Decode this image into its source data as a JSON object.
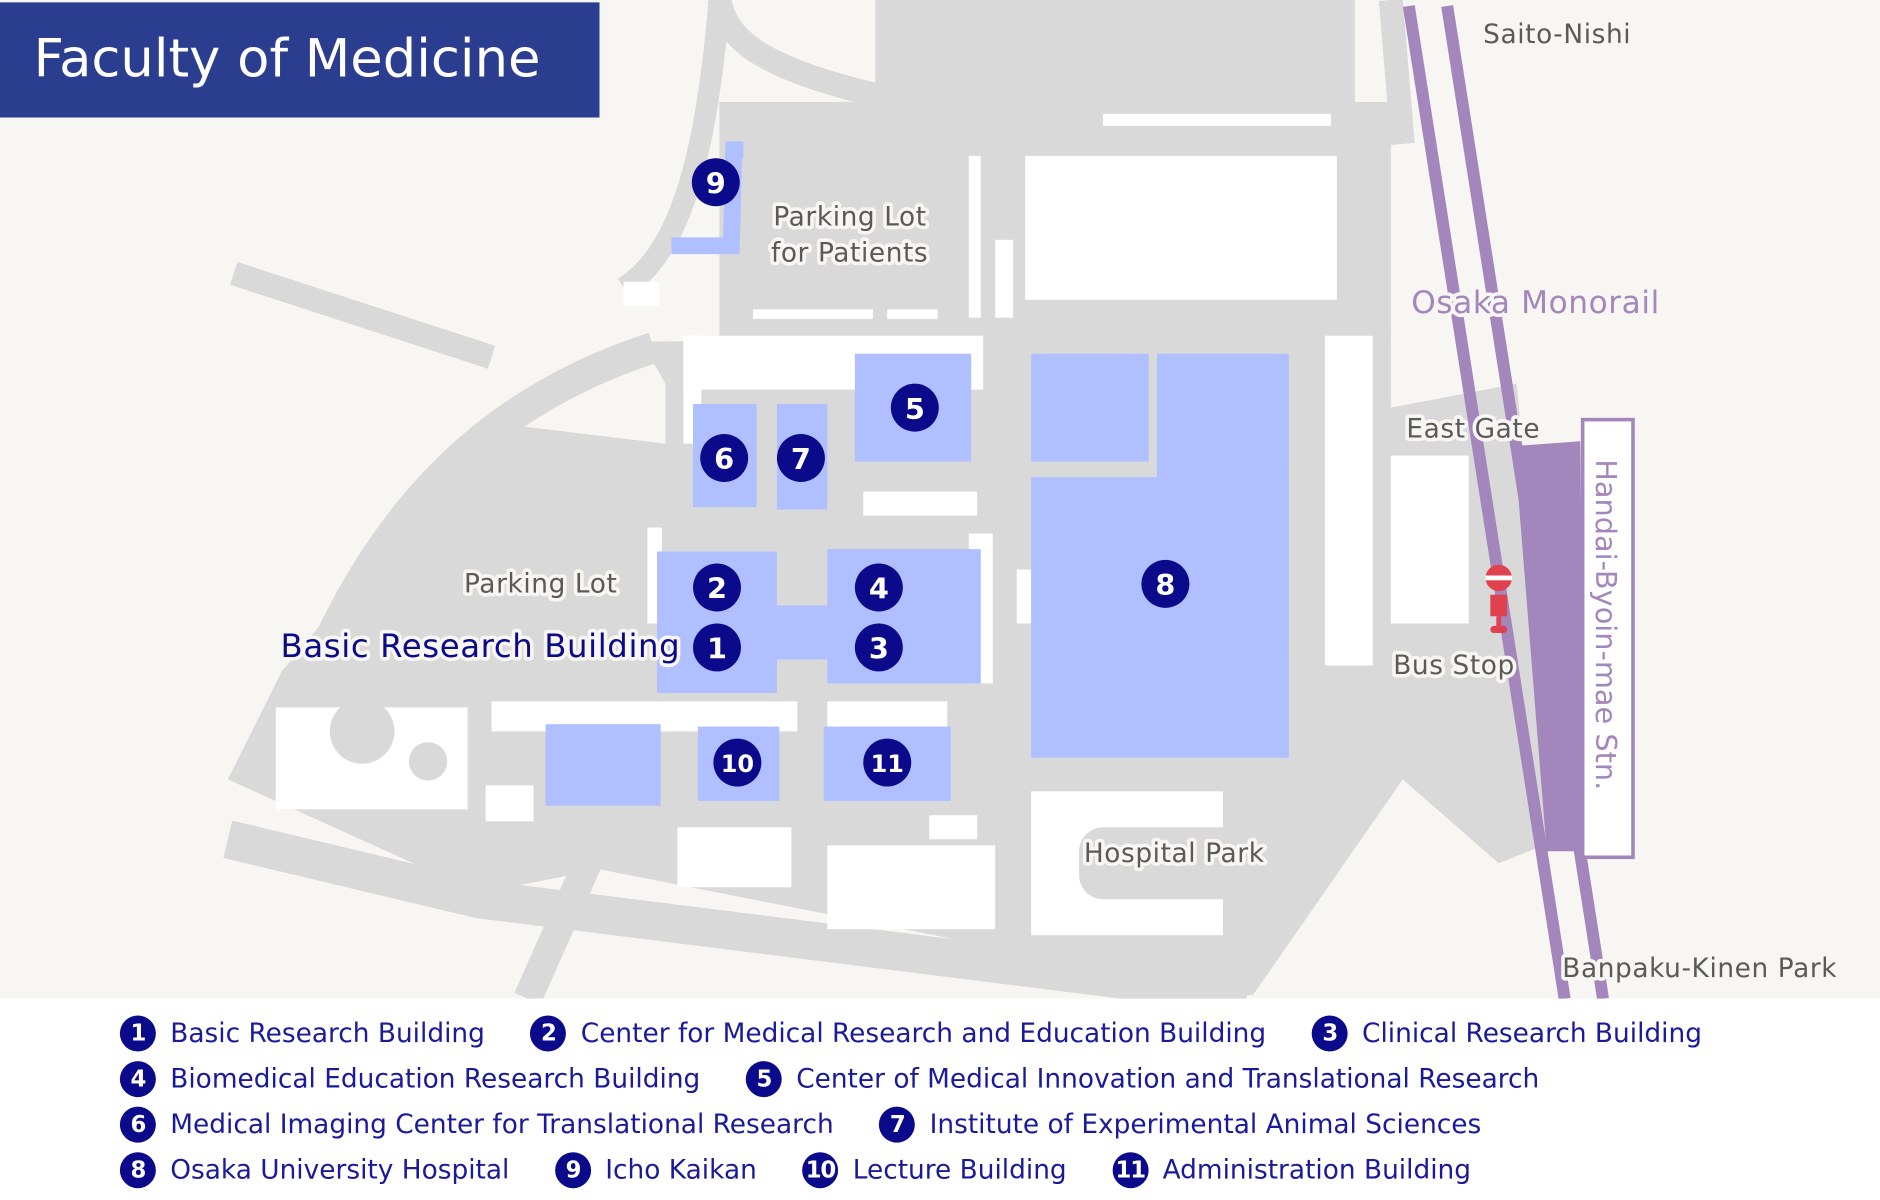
{
  "title": "Faculty of Medicine",
  "colors": {
    "background": "#f7f6f2",
    "campus": "#d9d9d9",
    "building": "#b0bfff",
    "marker": "#0a0a8a",
    "monorail": "#a386bb",
    "title_bg": "#2b3d8f",
    "bus_stop": "#e0414f"
  },
  "map_labels": {
    "saito_nishi": "Saito-Nishi",
    "parking_patients_1": "Parking Lot",
    "parking_patients_2": "for Patients",
    "osaka_monorail": "Osaka Monorail",
    "east_gate": "East Gate",
    "parking_lot": "Parking Lot",
    "basic_research": "Basic Research Building",
    "bus_stop": "Bus Stop",
    "hospital_park": "Hospital Park",
    "station": "Handai-Byoin-mae Stn.",
    "banpaku": "Banpaku-Kinen Park"
  },
  "markers": [
    "1",
    "2",
    "3",
    "4",
    "5",
    "6",
    "7",
    "8",
    "9",
    "10",
    "11"
  ],
  "legend": [
    {
      "num": "1",
      "label": "Basic Research Building"
    },
    {
      "num": "2",
      "label": "Center for Medical Research and Education Building"
    },
    {
      "num": "3",
      "label": "Clinical Research Building"
    },
    {
      "num": "4",
      "label": "Biomedical Education Research Building"
    },
    {
      "num": "5",
      "label": "Center of Medical Innovation and Translational Research"
    },
    {
      "num": "6",
      "label": "Medical Imaging Center for Translational Research"
    },
    {
      "num": "7",
      "label": "Institute of Experimental Animal Sciences"
    },
    {
      "num": "8",
      "label": "Osaka University Hospital"
    },
    {
      "num": "9",
      "label": "Icho Kaikan"
    },
    {
      "num": "10",
      "label": "Lecture Building"
    },
    {
      "num": "11",
      "label": "Administration Building"
    }
  ]
}
